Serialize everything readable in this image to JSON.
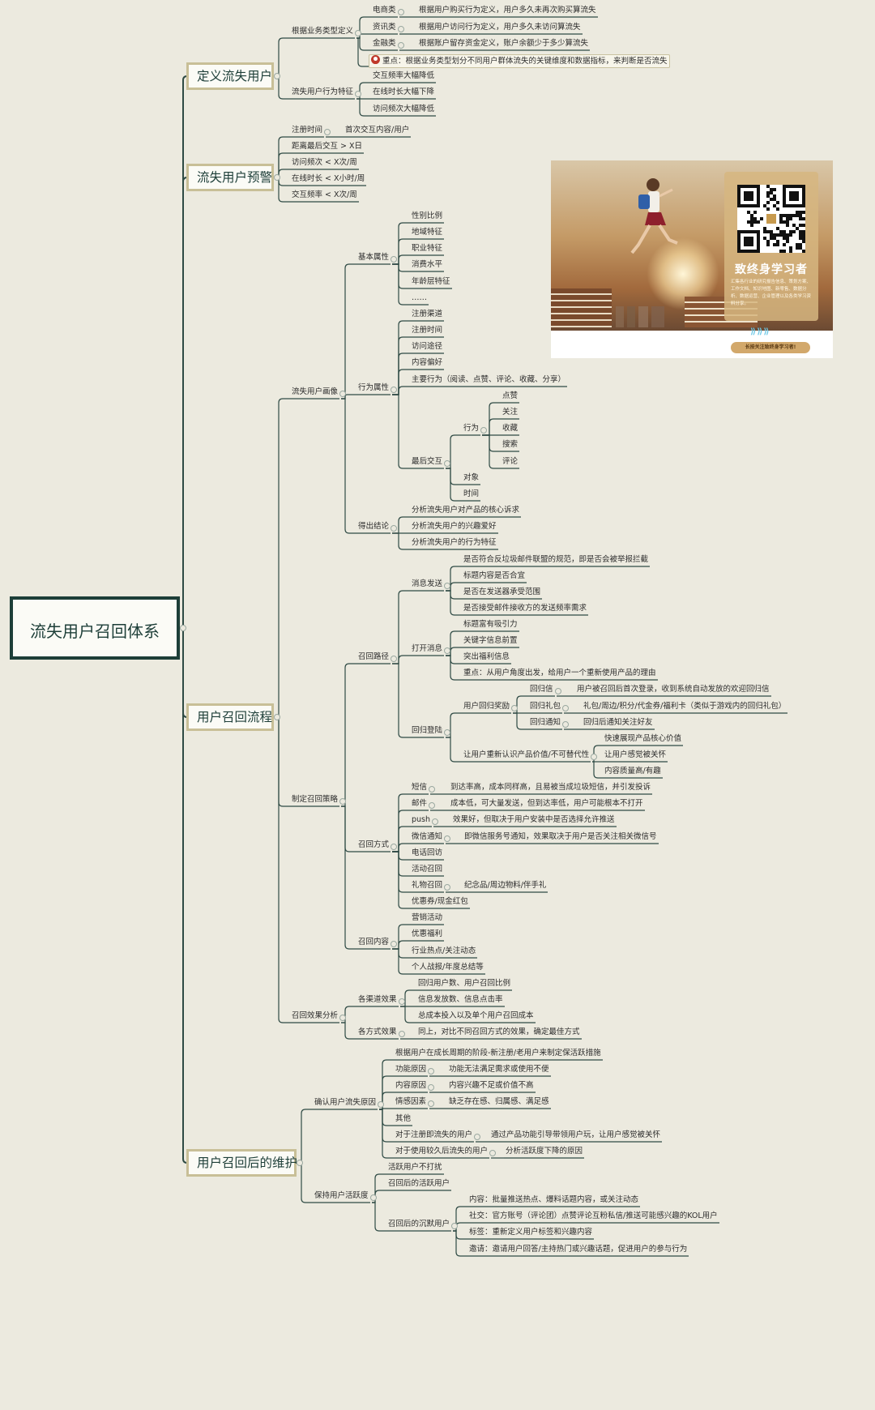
{
  "mindmap": {
    "root": "流失用户召回体系",
    "nodes": [
      {
        "id": "b1",
        "parent": "root",
        "text": "定义流失用户",
        "level": "main"
      },
      {
        "id": "b1a",
        "parent": "b1",
        "text": "根据业务类型定义"
      },
      {
        "id": "b1a1",
        "parent": "b1a",
        "text": "电商类"
      },
      {
        "id": "b1a1x",
        "parent": "b1a1",
        "text": "根据用户购买行为定义，用户多久未再次购买算流失"
      },
      {
        "id": "b1a2",
        "parent": "b1a",
        "text": "资讯类"
      },
      {
        "id": "b1a2x",
        "parent": "b1a2",
        "text": "根据用户访问行为定义，用户多久未访问算流失"
      },
      {
        "id": "b1a3",
        "parent": "b1a",
        "text": "金融类"
      },
      {
        "id": "b1a3x",
        "parent": "b1a3",
        "text": "根据账户留存资金定义，账户余额少于多少算流失"
      },
      {
        "id": "b1a4",
        "parent": "b1a",
        "text": "重点：根据业务类型划分不同用户群体流失的关键维度和数据指标，来判断是否流失",
        "style": "warn"
      },
      {
        "id": "b1b",
        "parent": "b1",
        "text": "流失用户行为特征"
      },
      {
        "id": "b1b1",
        "parent": "b1b",
        "text": "交互频率大幅降低"
      },
      {
        "id": "b1b2",
        "parent": "b1b",
        "text": "在线时长大幅下降"
      },
      {
        "id": "b1b3",
        "parent": "b1b",
        "text": "访问频次大幅降低"
      },
      {
        "id": "b2",
        "parent": "root",
        "text": "流失用户预警",
        "level": "main"
      },
      {
        "id": "b2a",
        "parent": "b2",
        "text": "注册时间"
      },
      {
        "id": "b2ax",
        "parent": "b2a",
        "text": "首次交互内容/用户"
      },
      {
        "id": "b2b",
        "parent": "b2",
        "text": "距离最后交互 > X日"
      },
      {
        "id": "b2c",
        "parent": "b2",
        "text": "访问频次 < X次/周"
      },
      {
        "id": "b2d",
        "parent": "b2",
        "text": "在线时长 < X小时/周"
      },
      {
        "id": "b2e",
        "parent": "b2",
        "text": "交互频率 < X次/周"
      },
      {
        "id": "b3",
        "parent": "root",
        "text": "用户召回流程",
        "level": "main"
      },
      {
        "id": "b3a",
        "parent": "b3",
        "text": "流失用户画像"
      },
      {
        "id": "b3a1",
        "parent": "b3a",
        "text": "基本属性"
      },
      {
        "id": "b3a1a",
        "parent": "b3a1",
        "text": "性别比例"
      },
      {
        "id": "b3a1b",
        "parent": "b3a1",
        "text": "地域特征"
      },
      {
        "id": "b3a1c",
        "parent": "b3a1",
        "text": "职业特征"
      },
      {
        "id": "b3a1d",
        "parent": "b3a1",
        "text": "消费水平"
      },
      {
        "id": "b3a1e",
        "parent": "b3a1",
        "text": "年龄层特征"
      },
      {
        "id": "b3a1f",
        "parent": "b3a1",
        "text": "……"
      },
      {
        "id": "b3a2",
        "parent": "b3a",
        "text": "行为属性"
      },
      {
        "id": "b3a2a",
        "parent": "b3a2",
        "text": "注册渠道"
      },
      {
        "id": "b3a2b",
        "parent": "b3a2",
        "text": "注册时间"
      },
      {
        "id": "b3a2c",
        "parent": "b3a2",
        "text": "访问途径"
      },
      {
        "id": "b3a2d",
        "parent": "b3a2",
        "text": "内容偏好"
      },
      {
        "id": "b3a2e",
        "parent": "b3a2",
        "text": "主要行为（阅读、点赞、评论、收藏、分享）"
      },
      {
        "id": "b3a2f",
        "parent": "b3a2",
        "text": "最后交互"
      },
      {
        "id": "b3a2f1",
        "parent": "b3a2f",
        "text": "行为"
      },
      {
        "id": "b3a2f1a",
        "parent": "b3a2f1",
        "text": "点赞"
      },
      {
        "id": "b3a2f1b",
        "parent": "b3a2f1",
        "text": "关注"
      },
      {
        "id": "b3a2f1c",
        "parent": "b3a2f1",
        "text": "收藏"
      },
      {
        "id": "b3a2f1d",
        "parent": "b3a2f1",
        "text": "搜索"
      },
      {
        "id": "b3a2f1e",
        "parent": "b3a2f1",
        "text": "评论"
      },
      {
        "id": "b3a2f2",
        "parent": "b3a2f",
        "text": "对象"
      },
      {
        "id": "b3a2f3",
        "parent": "b3a2f",
        "text": "时间"
      },
      {
        "id": "b3a3",
        "parent": "b3a",
        "text": "得出结论"
      },
      {
        "id": "b3a3a",
        "parent": "b3a3",
        "text": "分析流失用户对产品的核心诉求"
      },
      {
        "id": "b3a3b",
        "parent": "b3a3",
        "text": "分析流失用户的兴趣爱好"
      },
      {
        "id": "b3a3c",
        "parent": "b3a3",
        "text": "分析流失用户的行为特征"
      },
      {
        "id": "b3b",
        "parent": "b3",
        "text": "制定召回策略"
      },
      {
        "id": "b3b1",
        "parent": "b3b",
        "text": "召回路径"
      },
      {
        "id": "b3b1a",
        "parent": "b3b1",
        "text": "消息发送"
      },
      {
        "id": "b3b1a1",
        "parent": "b3b1a",
        "text": "是否符合反垃圾邮件联盟的规范，即是否会被举报拦截"
      },
      {
        "id": "b3b1a2",
        "parent": "b3b1a",
        "text": "标题内容是否合宜"
      },
      {
        "id": "b3b1a3",
        "parent": "b3b1a",
        "text": "是否在发送器承受范围"
      },
      {
        "id": "b3b1a4",
        "parent": "b3b1a",
        "text": "是否接受邮件接收方的发送频率需求"
      },
      {
        "id": "b3b1b",
        "parent": "b3b1",
        "text": "打开消息"
      },
      {
        "id": "b3b1b1",
        "parent": "b3b1b",
        "text": "标题富有吸引力"
      },
      {
        "id": "b3b1b2",
        "parent": "b3b1b",
        "text": "关键字信息前置"
      },
      {
        "id": "b3b1b3",
        "parent": "b3b1b",
        "text": "突出福利信息"
      },
      {
        "id": "b3b1b4",
        "parent": "b3b1b",
        "text": "重点：从用户角度出发，给用户一个重新使用产品的理由"
      },
      {
        "id": "b3b1c",
        "parent": "b3b1",
        "text": "回归登陆"
      },
      {
        "id": "b3b1c1",
        "parent": "b3b1c",
        "text": "用户回归奖励"
      },
      {
        "id": "b3b1c1a",
        "parent": "b3b1c1",
        "text": "回归信"
      },
      {
        "id": "b3b1c1ax",
        "parent": "b3b1c1a",
        "text": "用户被召回后首次登录，收到系统自动发放的欢迎回归信"
      },
      {
        "id": "b3b1c1b",
        "parent": "b3b1c1",
        "text": "回归礼包"
      },
      {
        "id": "b3b1c1bx",
        "parent": "b3b1c1b",
        "text": "礼包/周边/积分/代金券/福利卡（类似于游戏内的回归礼包）"
      },
      {
        "id": "b3b1c1c",
        "parent": "b3b1c1",
        "text": "回归通知"
      },
      {
        "id": "b3b1c1cx",
        "parent": "b3b1c1c",
        "text": "回归后通知关注好友"
      },
      {
        "id": "b3b1c2",
        "parent": "b3b1c",
        "text": "让用户重新认识产品价值/不可替代性"
      },
      {
        "id": "b3b1c2a",
        "parent": "b3b1c2",
        "text": "快速展现产品核心价值"
      },
      {
        "id": "b3b1c2b",
        "parent": "b3b1c2",
        "text": "让用户感觉被关怀"
      },
      {
        "id": "b3b1c2c",
        "parent": "b3b1c2",
        "text": "内容质量高/有趣"
      },
      {
        "id": "b3b2",
        "parent": "b3b",
        "text": "召回方式"
      },
      {
        "id": "b3b2a",
        "parent": "b3b2",
        "text": "短信"
      },
      {
        "id": "b3b2ax",
        "parent": "b3b2a",
        "text": "到达率高，成本同样高，且易被当成垃圾短信，并引发投诉"
      },
      {
        "id": "b3b2b",
        "parent": "b3b2",
        "text": "邮件"
      },
      {
        "id": "b3b2bx",
        "parent": "b3b2b",
        "text": "成本低，可大量发送，但到达率低，用户可能根本不打开"
      },
      {
        "id": "b3b2c",
        "parent": "b3b2",
        "text": "push"
      },
      {
        "id": "b3b2cx",
        "parent": "b3b2c",
        "text": "效果好，但取决于用户安装中是否选择允许推送"
      },
      {
        "id": "b3b2d",
        "parent": "b3b2",
        "text": "微信通知"
      },
      {
        "id": "b3b2dx",
        "parent": "b3b2d",
        "text": "即微信服务号通知，效果取决于用户是否关注相关微信号"
      },
      {
        "id": "b3b2e",
        "parent": "b3b2",
        "text": "电话回访"
      },
      {
        "id": "b3b2f",
        "parent": "b3b2",
        "text": "活动召回"
      },
      {
        "id": "b3b2g",
        "parent": "b3b2",
        "text": "礼物召回"
      },
      {
        "id": "b3b2gx",
        "parent": "b3b2g",
        "text": "纪念品/周边物料/伴手礼"
      },
      {
        "id": "b3b2h",
        "parent": "b3b2",
        "text": "优惠券/现金红包"
      },
      {
        "id": "b3b3",
        "parent": "b3b",
        "text": "召回内容"
      },
      {
        "id": "b3b3a",
        "parent": "b3b3",
        "text": "营销活动"
      },
      {
        "id": "b3b3b",
        "parent": "b3b3",
        "text": "优惠福利"
      },
      {
        "id": "b3b3c",
        "parent": "b3b3",
        "text": "行业热点/关注动态"
      },
      {
        "id": "b3b3d",
        "parent": "b3b3",
        "text": "个人战报/年度总结等"
      },
      {
        "id": "b3c",
        "parent": "b3",
        "text": "召回效果分析"
      },
      {
        "id": "b3c1",
        "parent": "b3c",
        "text": "各渠道效果"
      },
      {
        "id": "b3c1a",
        "parent": "b3c1",
        "text": "回归用户数、用户召回比例"
      },
      {
        "id": "b3c1b",
        "parent": "b3c1",
        "text": "信息发放数、信息点击率"
      },
      {
        "id": "b3c1c",
        "parent": "b3c1",
        "text": "总成本投入以及单个用户召回成本"
      },
      {
        "id": "b3c2",
        "parent": "b3c",
        "text": "各方式效果"
      },
      {
        "id": "b3c2x",
        "parent": "b3c2",
        "text": "同上，对比不同召回方式的效果，确定最佳方式"
      },
      {
        "id": "b4",
        "parent": "root",
        "text": "用户召回后的维护",
        "level": "main"
      },
      {
        "id": "b4a",
        "parent": "b4",
        "text": "确认用户流失原因"
      },
      {
        "id": "b4a1",
        "parent": "b4a",
        "text": "根据用户在成长周期的阶段-新注册/老用户来制定保活跃措施"
      },
      {
        "id": "b4a2",
        "parent": "b4a",
        "text": "功能原因"
      },
      {
        "id": "b4a2x",
        "parent": "b4a2",
        "text": "功能无法满足需求或使用不便"
      },
      {
        "id": "b4a3",
        "parent": "b4a",
        "text": "内容原因"
      },
      {
        "id": "b4a3x",
        "parent": "b4a3",
        "text": "内容兴趣不足或价值不高"
      },
      {
        "id": "b4a4",
        "parent": "b4a",
        "text": "情感因素"
      },
      {
        "id": "b4a4x",
        "parent": "b4a4",
        "text": "缺乏存在感、归属感、满足感"
      },
      {
        "id": "b4a5",
        "parent": "b4a",
        "text": "其他"
      },
      {
        "id": "b4a6",
        "parent": "b4a",
        "text": "对于注册即流失的用户"
      },
      {
        "id": "b4a6x",
        "parent": "b4a6",
        "text": "通过产品功能引导带领用户玩，让用户感觉被关怀"
      },
      {
        "id": "b4a7",
        "parent": "b4a",
        "text": "对于使用较久后流失的用户"
      },
      {
        "id": "b4a7x",
        "parent": "b4a7",
        "text": "分析活跃度下降的原因"
      },
      {
        "id": "b4b",
        "parent": "b4",
        "text": "保持用户活跃度"
      },
      {
        "id": "b4b1",
        "parent": "b4b",
        "text": "活跃用户不打扰"
      },
      {
        "id": "b4b2",
        "parent": "b4b",
        "text": "召回后的活跃用户"
      },
      {
        "id": "b4b3",
        "parent": "b4b",
        "text": "召回后的沉默用户"
      },
      {
        "id": "b4b3a",
        "parent": "b4b3",
        "text": "内容：批量推送热点、爆料话题内容，或关注动态"
      },
      {
        "id": "b4b3b",
        "parent": "b4b3",
        "text": "社交：官方账号（评论团）点赞评论互粉私信/推送可能感兴趣的KOL用户"
      },
      {
        "id": "b4b3c",
        "parent": "b4b3",
        "text": "标签：重新定义用户标签和兴趣内容"
      },
      {
        "id": "b4b3d",
        "parent": "b4b3",
        "text": "邀请：邀请用户回答/主持热门或兴趣话题，促进用户的参与行为"
      }
    ]
  },
  "promo": {
    "title": "致终身学习者",
    "description": "汇集各行业的研究报告信息、策划方案、工作文档、知识地图、新零售、数据分析、数据运营、企业管理以及各类学习资料分享。",
    "button": "长按关注致终身学习者!",
    "accent_color": "#d6b680"
  },
  "colors": {
    "background": "#eceadf",
    "edge": "#2e4a44",
    "root_border": "#1d3e38",
    "main_border": "#c8bf97"
  }
}
